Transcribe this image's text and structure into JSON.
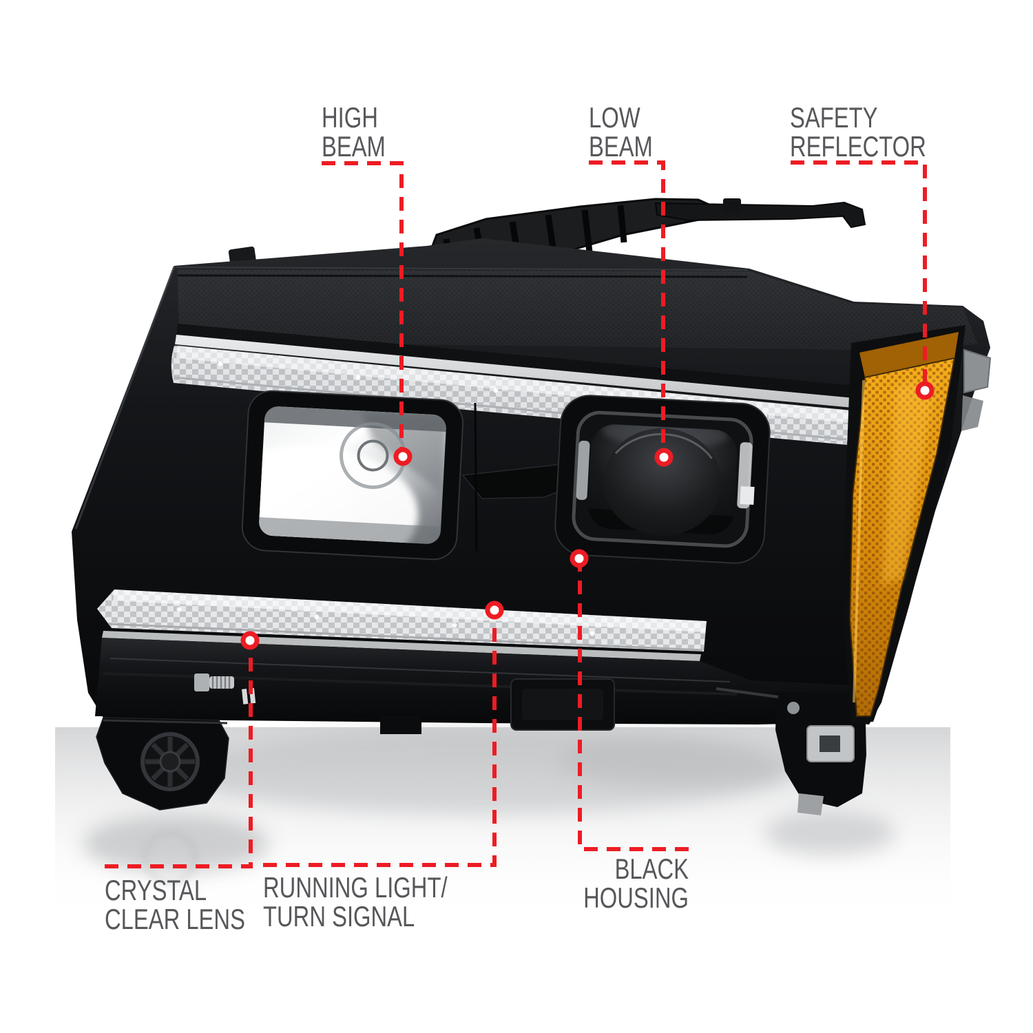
{
  "page": {
    "background_color": "#ffffff",
    "description": "Annotated product photo of a black-housing projector headlight assembly with red dashed callout lines"
  },
  "colors": {
    "callout_line_red": "#ed1c24",
    "label_text_gray": "#56575a",
    "amber_reflector": "#e09210",
    "housing_black": "#121316"
  },
  "callouts": {
    "high_beam": {
      "line1": "HIGH",
      "line2": "BEAM"
    },
    "low_beam": {
      "line1": "LOW",
      "line2": "BEAM"
    },
    "safety_reflector": {
      "line1": "SAFETY",
      "line2": "REFLECTOR"
    },
    "crystal_clear_lens": {
      "line1": "CRYSTAL",
      "line2": "CLEAR LENS"
    },
    "running_light_turn_signal": {
      "line1": "RUNNING LIGHT/",
      "line2": "TURN SIGNAL"
    },
    "black_housing": {
      "line1": "BLACK",
      "line2": "HOUSING"
    }
  }
}
